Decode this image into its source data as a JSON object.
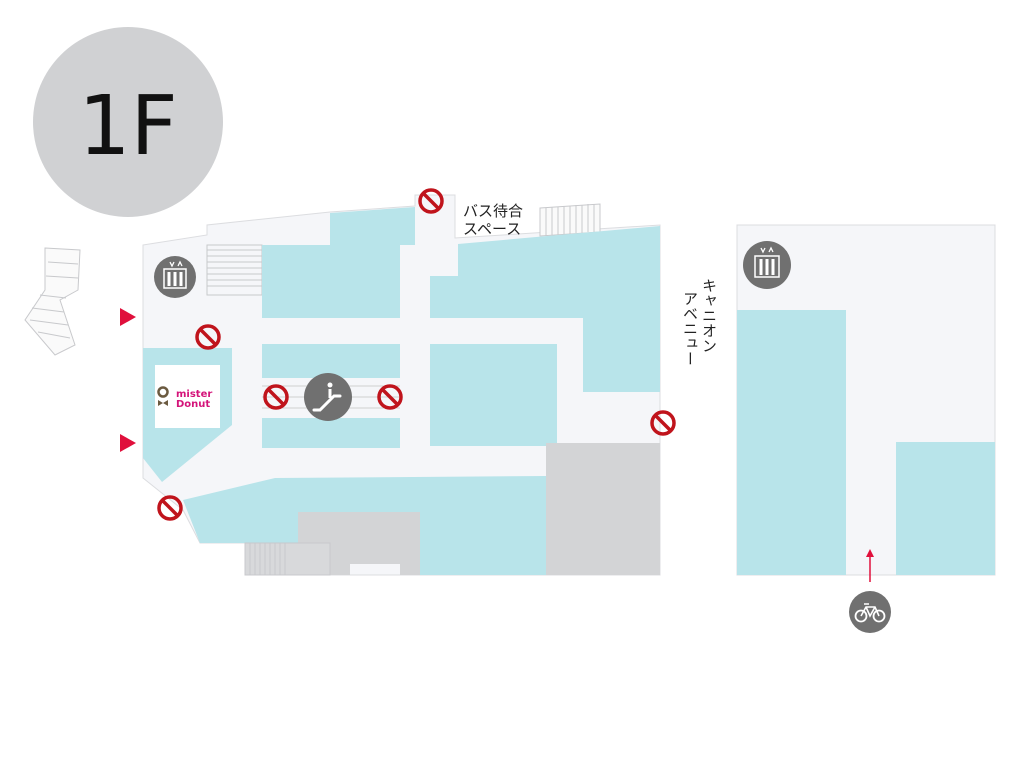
{
  "floor_badge": {
    "label": "1F"
  },
  "labels": {
    "bus_waiting_line1": "バス待合",
    "bus_waiting_line2": "スペース",
    "canyon_line1": "キャニオン",
    "canyon_line2": "アベニュー"
  },
  "shops": {
    "mister_donut": {
      "line1": "mister",
      "line2": "Donut"
    }
  },
  "colors": {
    "shop": "#b8e4ea",
    "corridor": "#f5f6f9",
    "service": "#d3d4d6",
    "icon": "#707070",
    "no_entry": "#c0141c",
    "entrance": "#e0103c",
    "badge": "#d0d1d3"
  }
}
